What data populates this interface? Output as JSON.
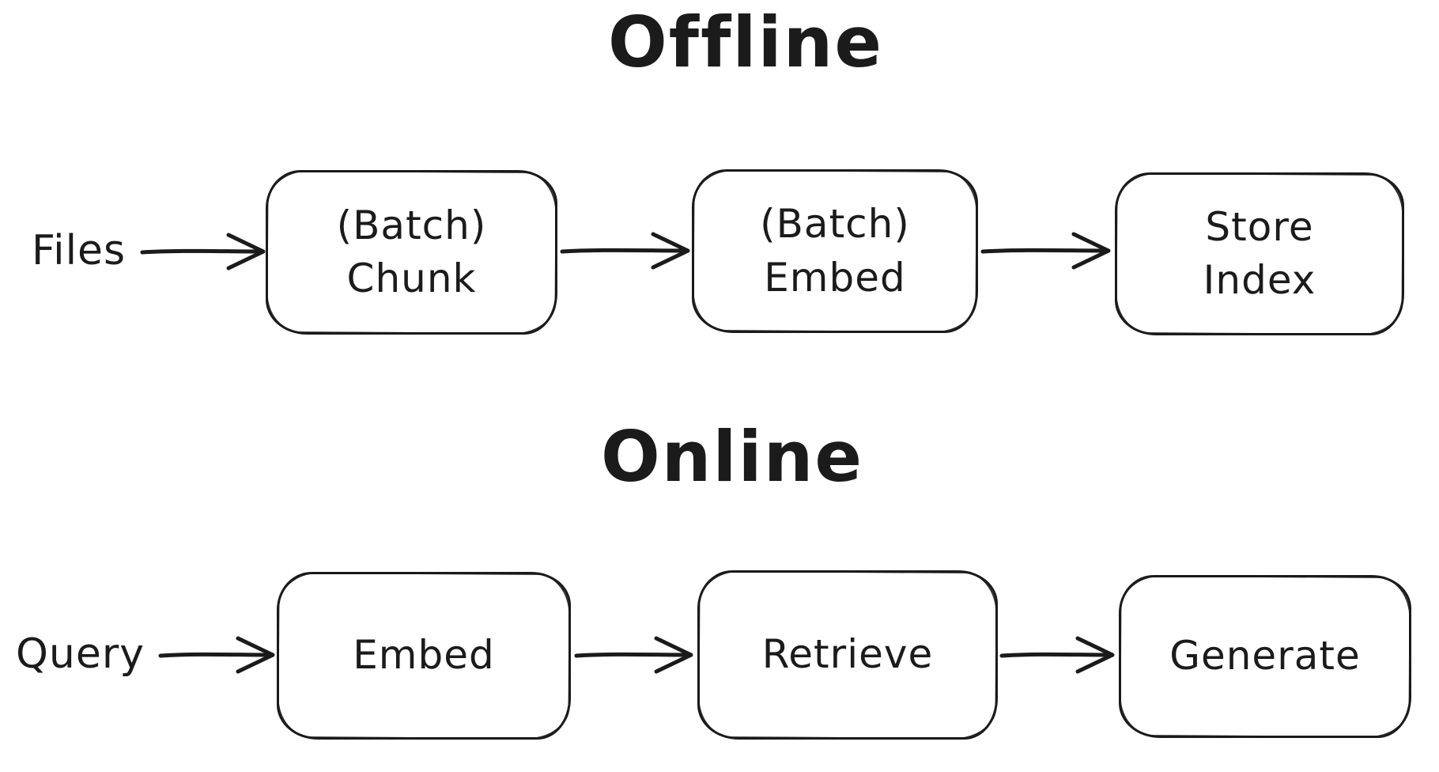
{
  "diagram": {
    "background_color": "#ffffff",
    "ink_color": "#1b1b1b",
    "sections": [
      {
        "title": "Offline",
        "input_label": "Files",
        "nodes": [
          {
            "lines": [
              "(Batch)",
              "Chunk"
            ]
          },
          {
            "lines": [
              "(Batch)",
              "Embed"
            ]
          },
          {
            "lines": [
              "Store",
              "Index"
            ]
          }
        ]
      },
      {
        "title": "Online",
        "input_label": "Query",
        "nodes": [
          {
            "lines": [
              "Embed"
            ]
          },
          {
            "lines": [
              "Retrieve"
            ]
          },
          {
            "lines": [
              "Generate"
            ]
          }
        ]
      }
    ],
    "arrows": [
      {
        "from": "Files",
        "to": "(Batch) Chunk"
      },
      {
        "from": "(Batch) Chunk",
        "to": "(Batch) Embed"
      },
      {
        "from": "(Batch) Embed",
        "to": "Store Index"
      },
      {
        "from": "Query",
        "to": "Embed"
      },
      {
        "from": "Embed",
        "to": "Retrieve"
      },
      {
        "from": "Retrieve",
        "to": "Generate"
      }
    ]
  }
}
